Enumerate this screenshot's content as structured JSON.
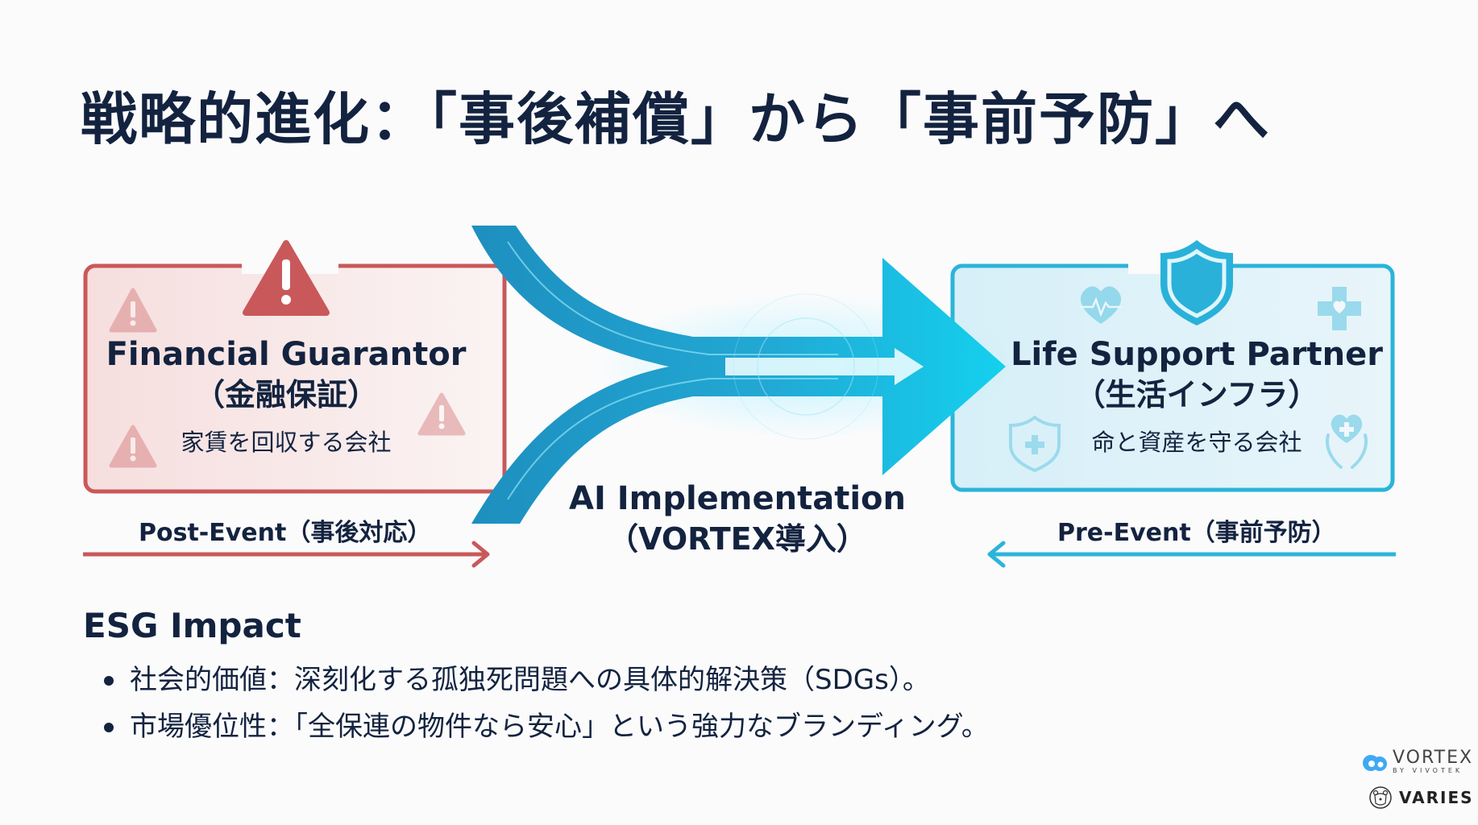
{
  "title": "戦略的進化：「事後補償」から「事前予防」へ",
  "colors": {
    "title": "#13233f",
    "left_accent": "#c9585a",
    "left_fill": "#f7e4e4",
    "right_accent": "#2bb4d9",
    "right_fill": "#e3f3f9",
    "arrow": "#1fa3cf"
  },
  "left_box": {
    "title_en": "Financial Guarantor",
    "title_jp": "（金融保証）",
    "subtitle": "家賃を回収する会社",
    "icons": [
      "warning-triangle-icon"
    ]
  },
  "right_box": {
    "title_en": "Life Support Partner",
    "title_jp": "（生活インフラ）",
    "subtitle": "命と資産を守る会社",
    "icons": [
      "shield-icon",
      "heartbeat-icon",
      "medical-cross-icon",
      "shield-plus-icon",
      "hands-heart-icon"
    ]
  },
  "center": {
    "title_en": "AI Implementation",
    "title_jp": "（VORTEX導入）"
  },
  "timeline": {
    "left_label": "Post-Event（事後対応）",
    "right_label": "Pre-Event（事前予防）"
  },
  "esg": {
    "heading": "ESG Impact",
    "bullets": [
      "社会的価値：深刻化する孤独死問題への具体的解決策（SDGs）。",
      "市場優位性：「全保連の物件なら安心」という強力なブランディング。"
    ]
  },
  "logos": {
    "vortex": "VORTEX",
    "vortex_by": "BY VIVOTEK",
    "varies": "VARIES"
  }
}
